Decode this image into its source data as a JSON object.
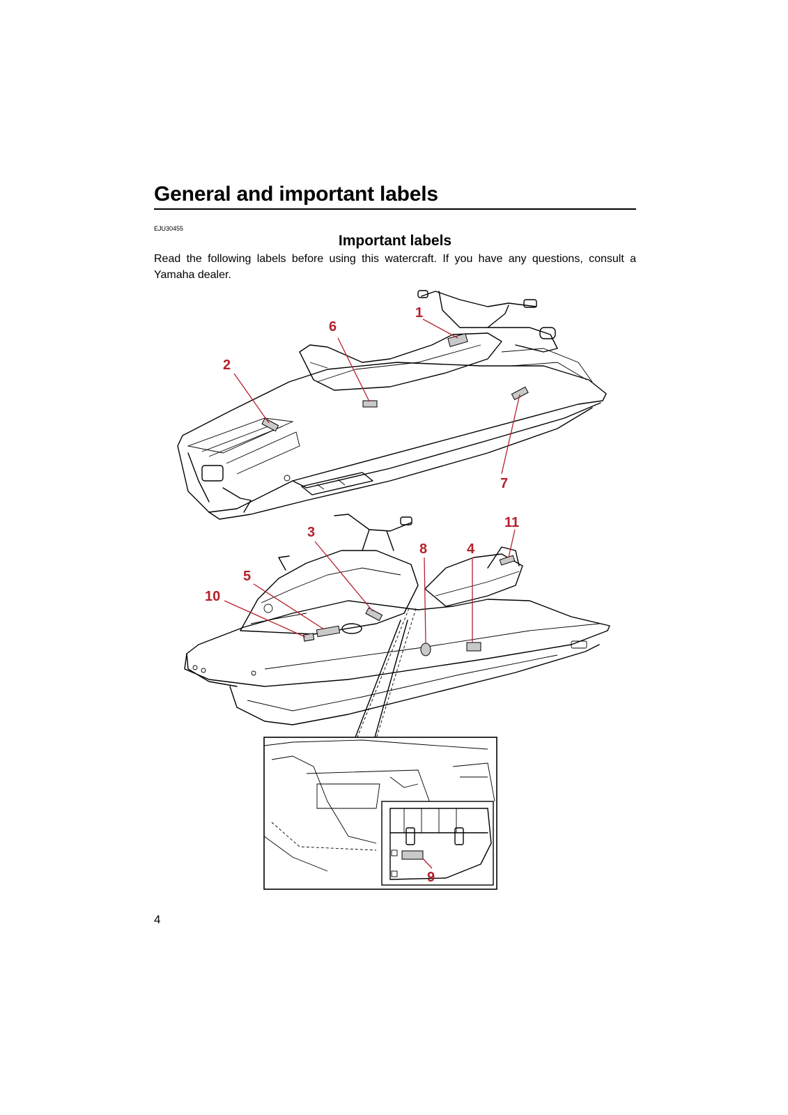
{
  "header": {
    "chapter_title": "General and important labels",
    "code": "EJU30455"
  },
  "section": {
    "title": "Important labels",
    "intro": "Read the following labels before using this watercraft. If you have any questions, consult a Yamaha dealer."
  },
  "callouts": {
    "c1": "1",
    "c2": "2",
    "c3": "3",
    "c4": "4",
    "c5": "5",
    "c6": "6",
    "c7": "7",
    "c8": "8",
    "c9": "9",
    "c10": "10",
    "c11": "11"
  },
  "colors": {
    "callout": "#b5202a"
  },
  "footer": {
    "page_number": "4"
  }
}
